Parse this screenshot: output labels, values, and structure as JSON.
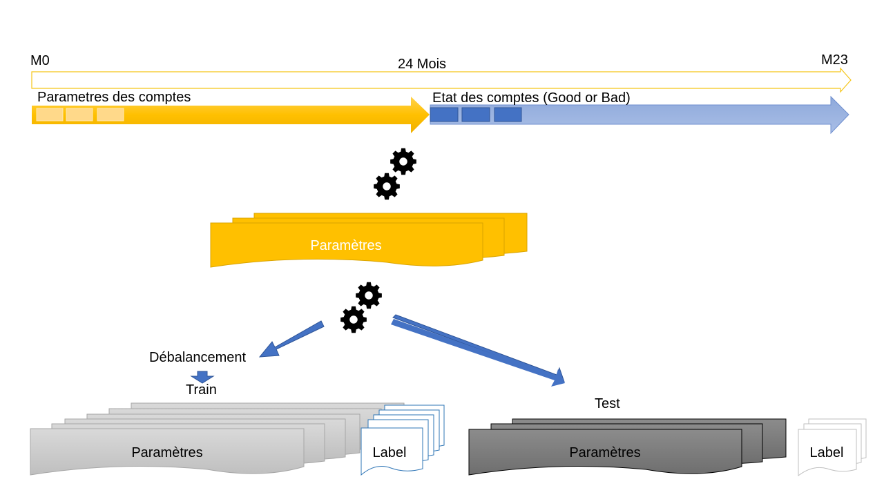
{
  "timeline": {
    "start_label": "M0",
    "end_label": "M23",
    "duration_label": "24 Mois"
  },
  "phases": {
    "input_label": "Parametres des comptes",
    "output_label": "Etat des comptes (Good or Bad)"
  },
  "center_stack": {
    "label": "Paramètres"
  },
  "branches": {
    "rebalance_label": "Débalancement",
    "train_label": "Train",
    "test_label": "Test"
  },
  "train_set": {
    "params_label": "Paramètres",
    "label_doc": "Label"
  },
  "test_set": {
    "params_label": "Paramètres",
    "label_doc": "Label"
  },
  "colors": {
    "timeline_stroke": "#F5C518",
    "input_arrow": "#FFC000",
    "output_arrow": "#8FAADC",
    "output_block": "#4472C4",
    "stack_fill": "#FFC000",
    "flow_arrow": "#4472C4",
    "train_fill": "#C9C9C9",
    "test_fill": "#7F7F7F",
    "doc_stroke_train": "#2E75B6",
    "doc_stroke_test": "#BFBFBF"
  }
}
